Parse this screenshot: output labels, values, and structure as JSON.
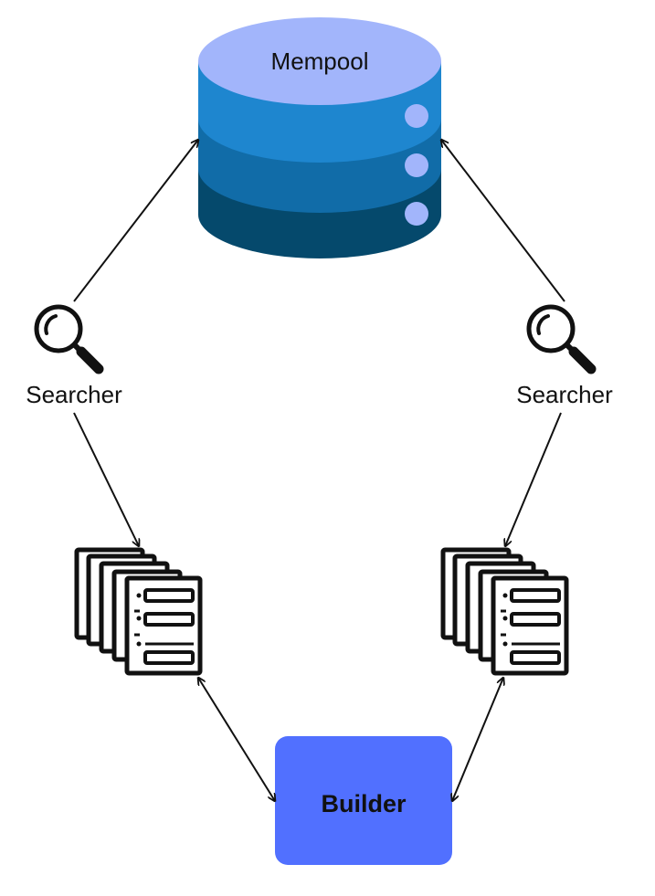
{
  "mempool": {
    "label": "Mempool",
    "colors": {
      "top": "#a2b5fb",
      "layer1": "#1e86cf",
      "layer2": "#116ca8",
      "layer3": "#05496c",
      "dot": "#a2b5fb"
    }
  },
  "searchers": [
    {
      "label": "Searcher"
    },
    {
      "label": "Searcher"
    }
  ],
  "builder": {
    "label": "Builder",
    "color": "#5170ff"
  }
}
